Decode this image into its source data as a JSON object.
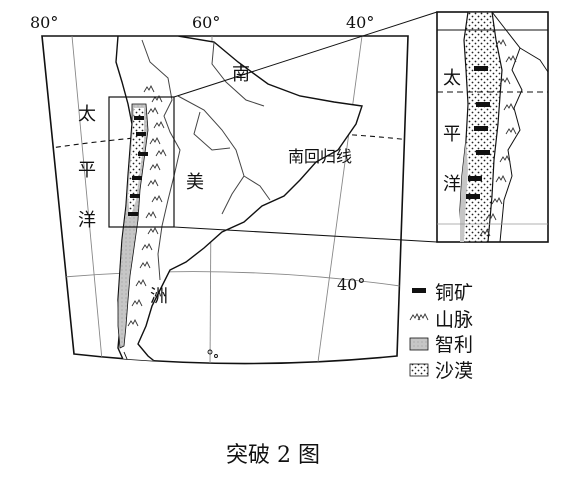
{
  "graticule": {
    "lon_80": "80°",
    "lon_60": "60°",
    "lon_40": "40°",
    "lat_40": "40°"
  },
  "labels": {
    "nan": "南",
    "mei": "美",
    "zhou": "洲",
    "tai": "太",
    "ping": "平",
    "yang": "洋",
    "tropic": "南回归线"
  },
  "inset_labels": {
    "tai": "太",
    "ping": "平",
    "yang": "洋"
  },
  "legend": [
    {
      "symbol": "copper-ore-icon",
      "label": "铜矿"
    },
    {
      "symbol": "mountain-icon",
      "label": "山脉"
    },
    {
      "symbol": "chile-fill-icon",
      "label": "智利"
    },
    {
      "symbol": "desert-dots-icon",
      "label": "沙漠"
    }
  ],
  "caption": "突破 2 图",
  "colors": {
    "line": "#111111",
    "border": "#555555",
    "chile": "#c8c8c8",
    "desert": "#f4f4f4"
  }
}
